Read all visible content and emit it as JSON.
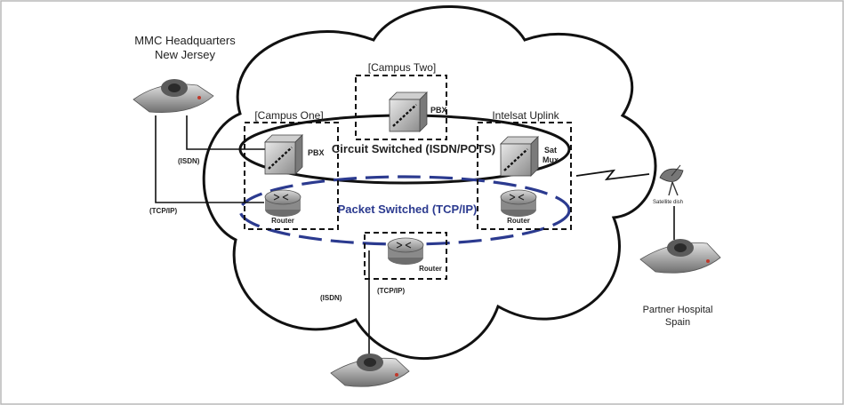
{
  "labels": {
    "mmc_hq_line1": "MMC Headquarters",
    "mmc_hq_line2": "New Jersey",
    "campus_two": "[Campus Two]",
    "campus_one": "[Campus One]",
    "intelsat_uplink": "Intelsat Uplink",
    "pbx_top": "PBX",
    "pbx_left": "PBX",
    "sat_mux_line1": "Sat",
    "sat_mux_line2": "Mux",
    "circuit_switched": "Circuit Switched (ISDN/POTS)",
    "packet_switched": "Packet Switched (TCP/IP)",
    "router_left": "Router",
    "router_right": "Router",
    "router_bottom": "Router",
    "isdn_left": "(ISDN)",
    "tcpip_left": "(TCP/IP)",
    "isdn_bottom": "(ISDN)",
    "tcpip_bottom": "(TCP/IP)",
    "satellite_dish": "Satellite dish",
    "partner_line1": "Partner Hospital",
    "partner_line2": "Spain"
  },
  "colors": {
    "packet_ring": "#2b3a8f",
    "packet_text": "#2b3a8f",
    "device_gray": "#9a9a9a",
    "frame": "#b8b8b8"
  }
}
